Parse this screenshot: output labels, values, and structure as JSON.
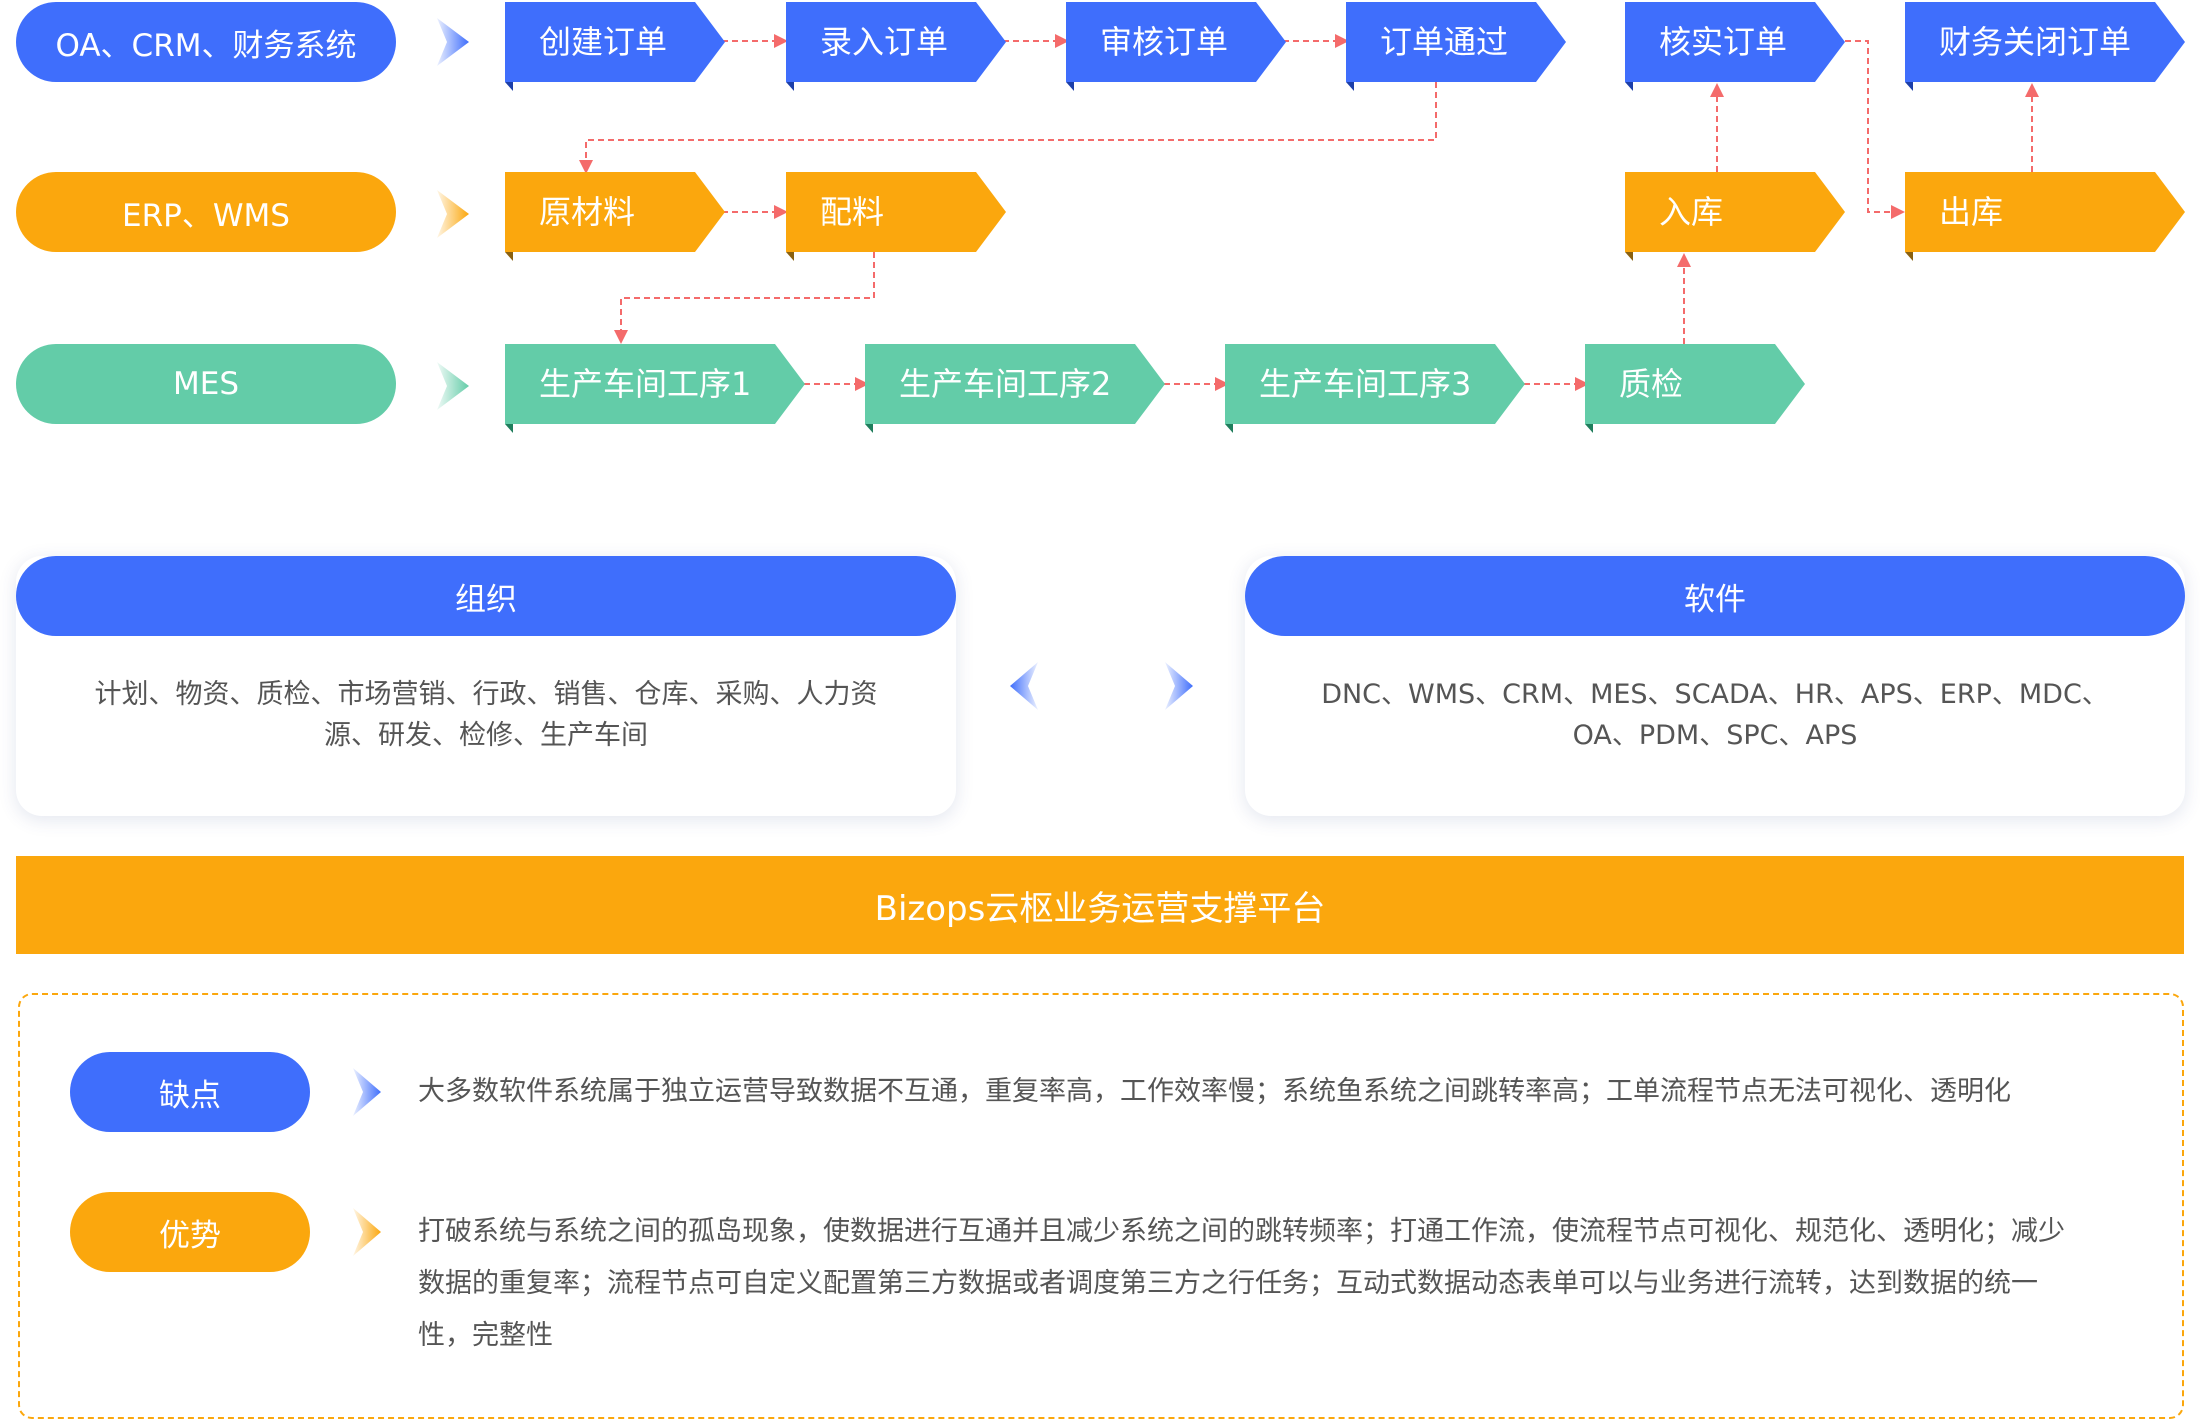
{
  "lanes": [
    {
      "label": "OA、CRM、财务系统",
      "color": "blue"
    },
    {
      "label": "ERP、WMS",
      "color": "orange"
    },
    {
      "label": "MES",
      "color": "green"
    }
  ],
  "steps": {
    "create_order": "创建订单",
    "enter_order": "录入订单",
    "review_order": "审核订单",
    "order_approved": "订单通过",
    "verify_order": "核实订单",
    "finance_close_order": "财务关闭订单",
    "raw_material": "原材料",
    "batching": "配料",
    "warehouse_in": "入库",
    "warehouse_out": "出库",
    "workshop_process_1": "生产车间工序1",
    "workshop_process_2": "生产车间工序2",
    "workshop_process_3": "生产车间工序3",
    "quality_inspection": "质检"
  },
  "organization": {
    "title": "组织",
    "line1": "计划、物资、质检、市场营销、行政、销售、仓库、采购、人力资",
    "line2": "源、研发、检修、生产车间"
  },
  "software": {
    "title": "软件",
    "line1": "DNC、WMS、CRM、MES、SCADA、HR、APS、ERP、MDC、",
    "line2": "OA、PDM、SPC、APS"
  },
  "platform": "Bizops云枢业务运营支撑平台",
  "disadvantages": {
    "label": "缺点",
    "text": "大多数软件系统属于独立运营导致数据不互通，重复率高，工作效率慢；系统鱼系统之间跳转率高；工单流程节点无法可视化、透明化"
  },
  "advantages": {
    "label": "优势",
    "line1": "打破系统与系统之间的孤岛现象，使数据进行互通并且减少系统之间的跳转频率；打通工作流，使流程节点可视化、规范化、透明化；减少",
    "line2": "数据的重复率；流程节点可自定义配置第三方数据或者调度第三方之行任务；互动式数据动态表单可以与业务进行流转，达到数据的统一",
    "line3": "性，完整性"
  },
  "colors": {
    "blue": "#3f6efc",
    "blue_fold": "#1d3fa8",
    "orange": "#fba70d",
    "orange_fold": "#8a6111",
    "green": "#63cca8",
    "green_fold": "#1f7d5c",
    "connector": "#f46b6b",
    "dashed_border": "#fba70d"
  }
}
